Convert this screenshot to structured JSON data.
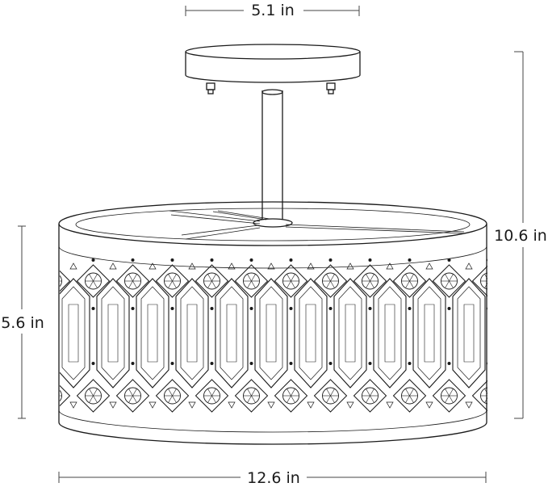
{
  "dimensions": {
    "top_width": "5.1 in",
    "total_height": "10.6 in",
    "shade_height": "5.6 in",
    "shade_width": "12.6 in"
  }
}
